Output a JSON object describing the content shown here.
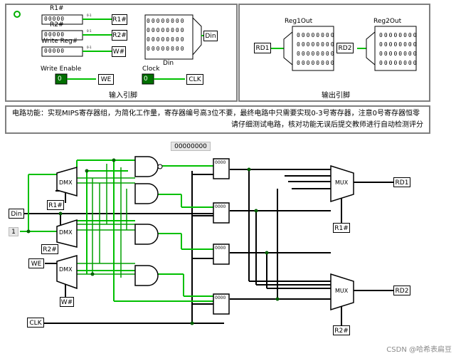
{
  "input_panel": {
    "caption": "输入引脚",
    "r1_label": "R1#",
    "r2_label": "R2#",
    "w_label": "Write Reg#",
    "bits_5": "00000",
    "tunnel_r1": "R1#",
    "tunnel_r2": "R2#",
    "tunnel_w": "W#",
    "din_label": "Din",
    "din_tunnel": "Din",
    "we_label": "Write Enable",
    "we_value": "0",
    "we_tunnel": "WE",
    "clock_label": "Clock",
    "clock_value": "0",
    "clk_tunnel": "CLK"
  },
  "output_panel": {
    "caption": "输出引脚",
    "reg1_label": "Reg1Out",
    "reg2_label": "Reg2Out",
    "rd1": "RD1",
    "rd2": "RD2"
  },
  "note": {
    "line1": "电路功能：实现MIPS寄存器组，为简化工作量，寄存器编号高3位不要，最终电路中只需要实现0-3号寄存器，注意0号寄存器恒零",
    "line2": "请仔细测试电路，核对功能无误后提交教师进行自动检测评分"
  },
  "circuit": {
    "const_value": "00000000",
    "din": "Din",
    "one": "1",
    "we": "WE",
    "clk": "CLK",
    "r1": "R1#",
    "r2": "R2#",
    "w": "W#",
    "dmx": "DMX",
    "mux": "MUX",
    "rd1": "RD1",
    "rd2": "RD2",
    "reg_bits": "0000"
  },
  "watermark": "CSDN @哈希表扁豆",
  "colors": {
    "active_wire": "#00c000",
    "wire": "#000000",
    "panel_border": "#7f7f7f",
    "pin_fill": "#007000"
  }
}
